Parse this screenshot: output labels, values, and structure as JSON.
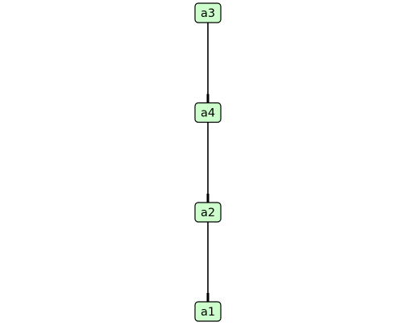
{
  "diagram": {
    "type": "tree",
    "node_fill": "#ccffcc",
    "node_stroke": "#000000",
    "edge_color": "#000000",
    "nodes": [
      {
        "id": "a3",
        "label": "a3"
      },
      {
        "id": "a4",
        "label": "a4"
      },
      {
        "id": "a2",
        "label": "a2"
      },
      {
        "id": "a1",
        "label": "a1"
      }
    ],
    "edges": [
      {
        "from": "a3",
        "to": "a4"
      },
      {
        "from": "a4",
        "to": "a2"
      },
      {
        "from": "a2",
        "to": "a1"
      }
    ]
  }
}
